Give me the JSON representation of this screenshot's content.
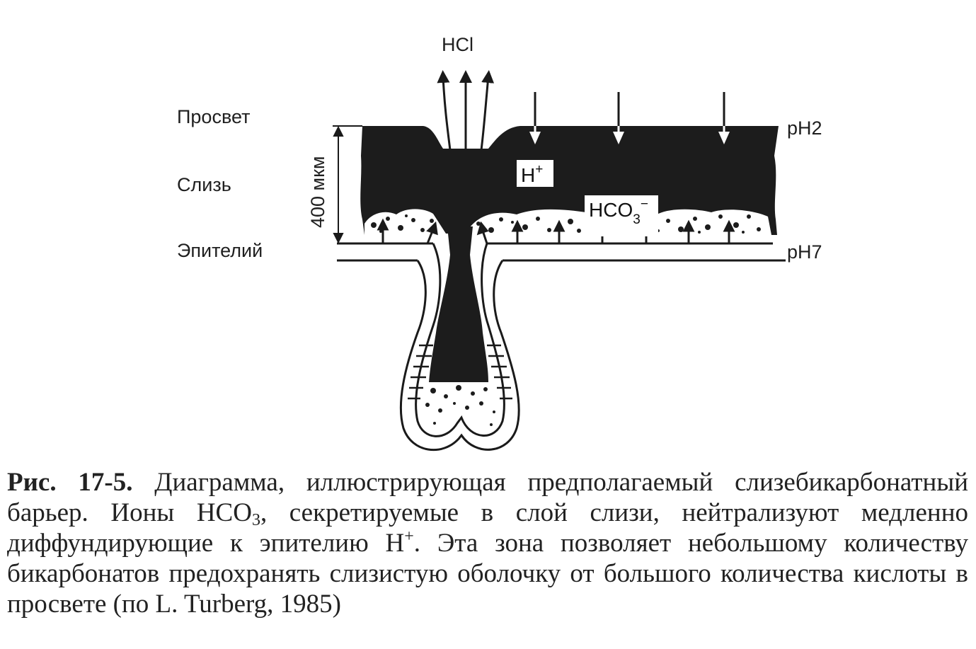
{
  "diagram": {
    "labels": {
      "hcl": "HCl",
      "lumen": "Просвет",
      "mucus": "Слизь",
      "epithelium": "Эпителий",
      "thickness": "400 мкм",
      "ph_top": "pH2",
      "ph_bottom": "pH7",
      "h_ion_base": "H",
      "h_ion_charge": "+",
      "bicarb_base": "HCO",
      "bicarb_sub": "3",
      "bicarb_charge": "−"
    },
    "colors": {
      "mucus": "#1c1c1c",
      "background": "#ffffff",
      "ink": "#1a1a1a"
    },
    "icons": [
      "hcl-arrow-up-icon",
      "h-ion-arrow-down-icon",
      "bicarbonate-arrow-up-icon"
    ]
  },
  "caption": {
    "fig_number": "Рис. 17-5.",
    "part1": " Диаграмма, иллюстрирующая предполагаемый слизебикарбонатный барьер. Ионы HCO",
    "sub1": "3",
    "part2": ", секретируемые в слой слизи, нейтрализуют медленно диффундирующие к эпителию H",
    "sup1": "+",
    "part3": ". Эта зона позволяет небольшому количеству бикарбонатов предохранять слизистую оболочку от большого количества кислоты в просвете (по L. Turberg, 1985)"
  }
}
